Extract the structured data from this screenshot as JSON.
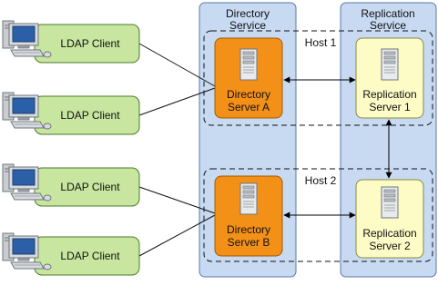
{
  "services": {
    "directory": {
      "title_line1": "Directory",
      "title_line2": "Service"
    },
    "replication": {
      "title_line1": "Replication",
      "title_line2": "Service"
    }
  },
  "hosts": [
    {
      "label": "Host 1"
    },
    {
      "label": "Host 2"
    }
  ],
  "clients": [
    {
      "label": "LDAP Client"
    },
    {
      "label": "LDAP Client"
    },
    {
      "label": "LDAP Client"
    },
    {
      "label": "LDAP Client"
    }
  ],
  "directory_servers": [
    {
      "line1": "Directory",
      "line2": "Server A"
    },
    {
      "line1": "Directory",
      "line2": "Server B"
    }
  ],
  "replication_servers": [
    {
      "line1": "Replication",
      "line2": "Server 1"
    },
    {
      "line1": "Replication",
      "line2": "Server 2"
    }
  ],
  "colors": {
    "service_column_fill": "#c8daf2",
    "service_column_stroke": "#5878a8",
    "client_fill": "#c8e6a0",
    "client_stroke": "#4a7a28",
    "directory_server_fill": "#f29018",
    "directory_server_stroke": "#a05a00",
    "replication_server_fill": "#fdfbc6",
    "replication_server_stroke": "#8a8a40"
  }
}
